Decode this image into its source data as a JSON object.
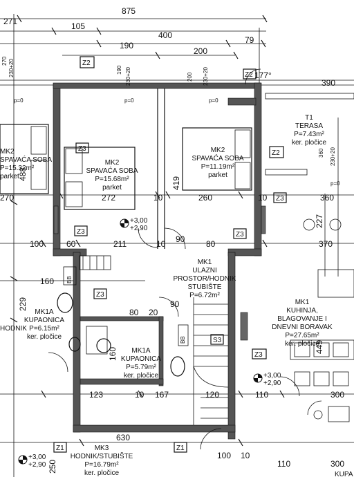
{
  "dimensions": {
    "top_875": "875",
    "top_271": "271",
    "d105": "105",
    "d400": "400",
    "d79": "79",
    "d190": "190",
    "d200": "200",
    "d177": "177°",
    "d390": "390",
    "d270_left": "270",
    "d272": "272",
    "d10a": "10",
    "d260": "260",
    "d10b": "10",
    "d360": "360",
    "d100a": "100",
    "d60": "60",
    "d211": "211",
    "d10c": "10",
    "d90": "90",
    "d80": "80",
    "d370": "370",
    "d160": "160",
    "d229": "229",
    "d80b": "80",
    "d20": "20",
    "d90b": "90",
    "d123": "123",
    "d10d": "10",
    "d167": "167",
    "d120": "120",
    "d110": "110",
    "d300": "300",
    "d630": "630",
    "d100b": "100",
    "d10e": "10",
    "d110b": "110",
    "d300b": "300",
    "v270": "270",
    "v230_20a": "230+20",
    "v190": "190",
    "v230_20b": "230+20",
    "v200": "200",
    "v230_20c": "230+20",
    "v488": "488",
    "v419": "419",
    "v360": "360",
    "v230_20d": "230+20",
    "v227": "227",
    "v449": "449",
    "v250": "250",
    "v160": "160"
  },
  "rooms": [
    {
      "code": "MK2",
      "name": "SPAVAĆA SOBA",
      "area": "P=15.32m²",
      "floor": "parket"
    },
    {
      "code": "MK2",
      "name": "SPAVAĆA SOBA",
      "area": "P=15.68m²",
      "floor": "parket"
    },
    {
      "code": "MK2",
      "name": "SPAVAĆA SOBA",
      "area": "P=11.19m²",
      "floor": "parket"
    },
    {
      "code": "T1",
      "name": "TERASA",
      "area": "P=7.43m²",
      "floor": "ker. pločice"
    },
    {
      "code": "MK1",
      "name_lines": [
        "ULAZNI",
        "PROSTOR/HODNIK",
        "STUBIŠTE"
      ],
      "area": "P=6.72m²"
    },
    {
      "code": "MK1",
      "name_lines": [
        "KUHINJA,",
        "BLAGOVANJE I",
        "DNEVNI BORAVAK"
      ],
      "area": "P=27.65m²",
      "floor": "ker. pločice"
    },
    {
      "code": "MK1A",
      "name": "KUPAONICA",
      "area": "P=6.15m²",
      "floor": "ker. pločice"
    },
    {
      "code": "MK1A",
      "name": "KUPAONICA",
      "area": "P=5.79m²",
      "floor": "ker. pločice"
    },
    {
      "code": "MK3",
      "name": "HODNIK/STUBIŠTE",
      "area": "P=16.79m²",
      "floor": "ker. pločice"
    }
  ],
  "room_frag": {
    "hodnik": "HODNIK",
    "kupa": "KUPA"
  },
  "tags": {
    "z1": "Z1",
    "z2": "Z2",
    "z3": "Z3",
    "s3": "S3",
    "p0": "p=0",
    "bb": "BB"
  },
  "levels": [
    {
      "top": "+3,00",
      "bottom": "+2,90"
    },
    {
      "top": "+3,00",
      "bottom": "+2,90"
    },
    {
      "top": "+3,00",
      "bottom": "+2,90"
    }
  ]
}
